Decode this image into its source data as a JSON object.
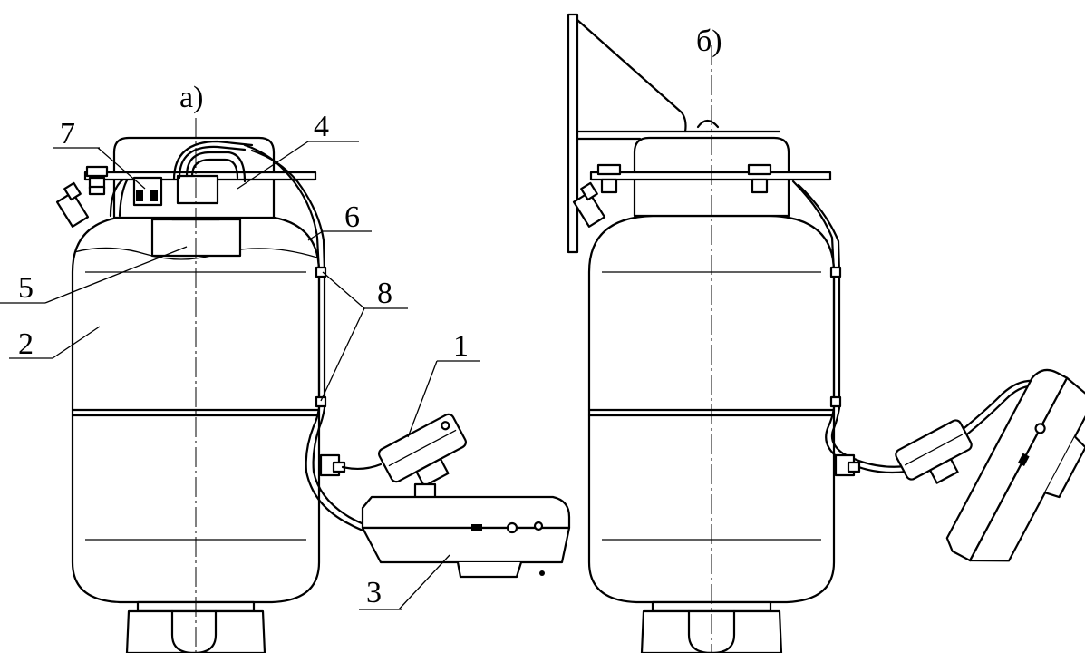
{
  "views": {
    "a": {
      "title": "а)"
    },
    "b": {
      "title": "б)"
    }
  },
  "callouts": {
    "c1": "1",
    "c2": "2",
    "c3": "3",
    "c4": "4",
    "c5": "5",
    "c6": "6",
    "c7": "7",
    "c8": "8"
  },
  "colors": {
    "line": "#000000",
    "background": "#ffffff"
  }
}
